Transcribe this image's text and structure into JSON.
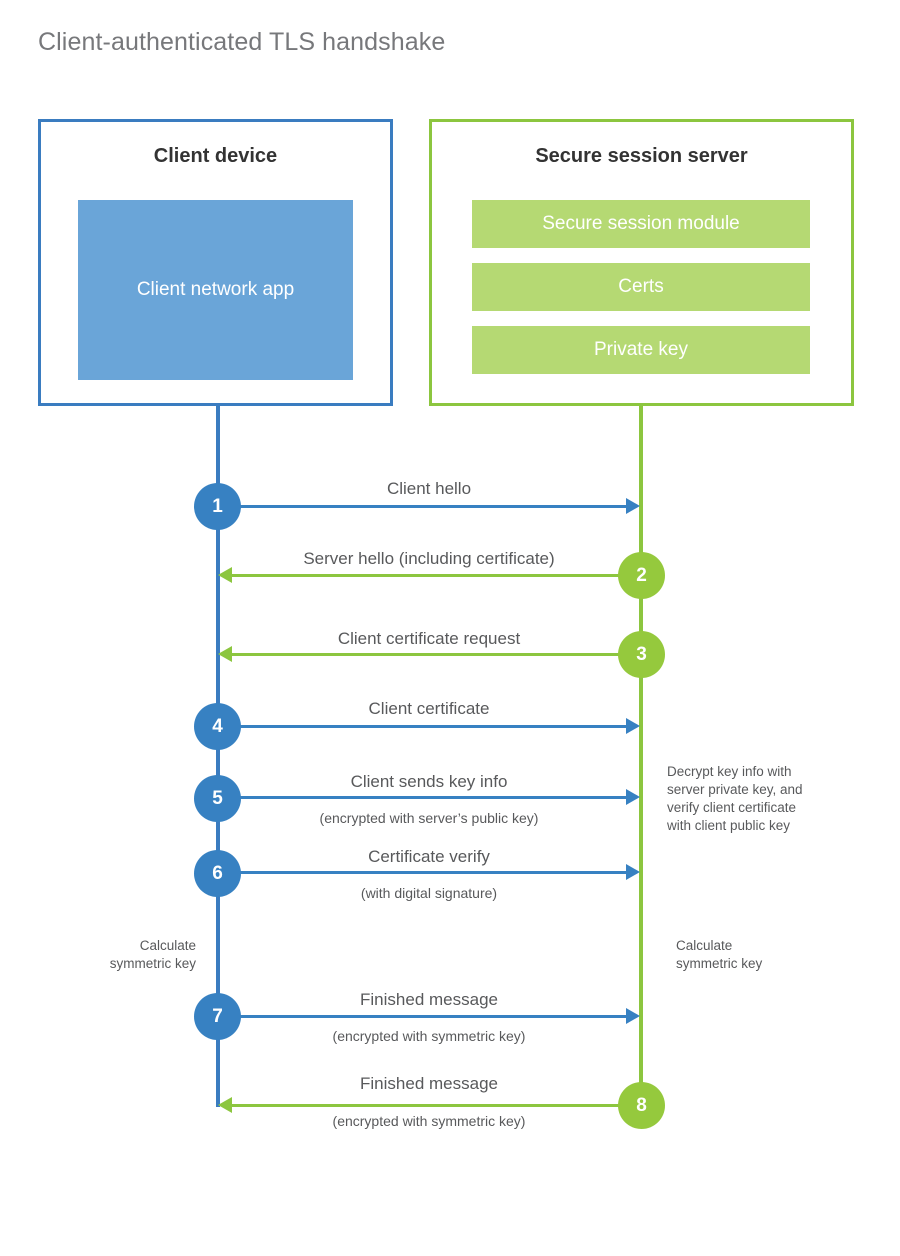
{
  "title": "Client-authenticated TLS handshake",
  "colors": {
    "client_border": "#3a7cc0",
    "client_block": "#6aa5d8",
    "server_border": "#8cc63f",
    "server_block": "#b5d973",
    "client_circle": "#3781c2",
    "server_circle": "#95c93d",
    "title_text": "#77787b",
    "body_text": "#58595b",
    "background": "#ffffff"
  },
  "client": {
    "title": "Client device",
    "app_label": "Client network app"
  },
  "server": {
    "title": "Secure session server",
    "modules": [
      "Secure session module",
      "Certs",
      "Private key"
    ]
  },
  "steps": [
    {
      "number": "1",
      "label": "Client hello",
      "sublabel": "",
      "direction": "client-to-server",
      "color": "blue"
    },
    {
      "number": "2",
      "label": "Server hello (including certificate)",
      "sublabel": "",
      "direction": "server-to-client",
      "color": "green"
    },
    {
      "number": "3",
      "label": "Client certificate request",
      "sublabel": "",
      "direction": "server-to-client",
      "color": "green"
    },
    {
      "number": "4",
      "label": "Client certificate",
      "sublabel": "",
      "direction": "client-to-server",
      "color": "blue"
    },
    {
      "number": "5",
      "label": "Client sends key info",
      "sublabel": "(encrypted with server’s public key)",
      "direction": "client-to-server",
      "color": "blue"
    },
    {
      "number": "6",
      "label": "Certificate verify",
      "sublabel": "(with digital signature)",
      "direction": "client-to-server",
      "color": "blue"
    },
    {
      "number": "7",
      "label": "Finished message",
      "sublabel": "(encrypted with symmetric key)",
      "direction": "client-to-server",
      "color": "blue"
    },
    {
      "number": "8",
      "label": "Finished message",
      "sublabel": "(encrypted with symmetric key)",
      "direction": "server-to-client",
      "color": "green"
    }
  ],
  "notes": {
    "server_decrypt": {
      "lines": [
        "Decrypt key info with",
        "server private key, and",
        "verify client certificate",
        "with client public key"
      ]
    },
    "client_symmetric_key": {
      "lines": [
        "Calculate",
        "symmetric key"
      ]
    },
    "server_symmetric_key": {
      "lines": [
        "Calculate",
        "symmetric key"
      ]
    }
  }
}
